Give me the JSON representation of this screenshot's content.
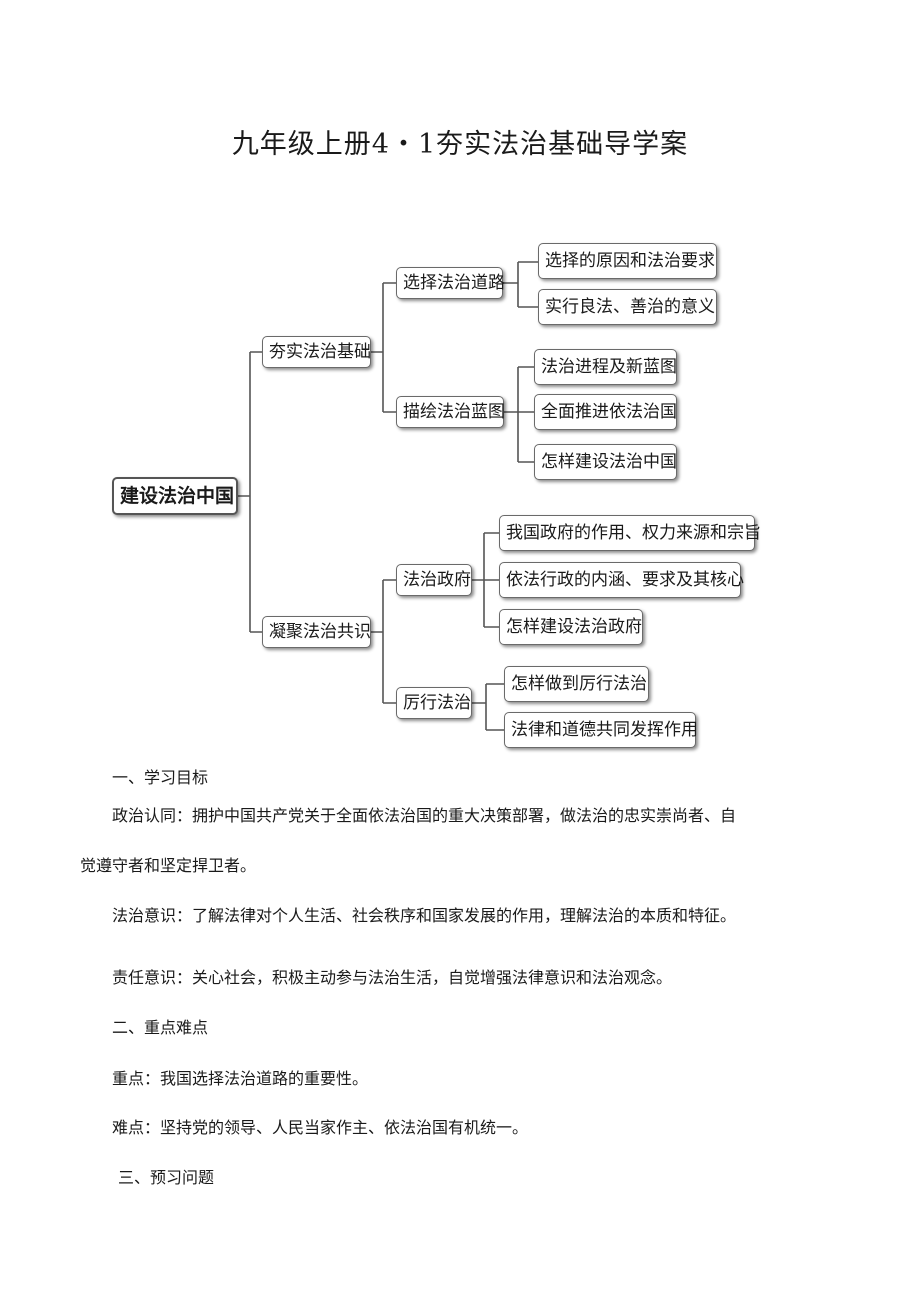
{
  "document": {
    "title": "九年级上册4・1夯实法治基础导学案"
  },
  "mindmap": {
    "root": "建设法治中国",
    "branches": [
      {
        "label": "夯实法治基础",
        "children": [
          {
            "label": "选择法治道路",
            "items": [
              "选择的原因和法治要求",
              "实行良法、善治的意义"
            ]
          },
          {
            "label": "描绘法治蓝图",
            "items": [
              "法治进程及新蓝图",
              "全面推进依法治国",
              "怎样建设法治中国"
            ]
          }
        ]
      },
      {
        "label": "凝聚法治共识",
        "children": [
          {
            "label": "法治政府",
            "items": [
              "我国政府的作用、权力来源和宗旨",
              "依法行政的内涵、要求及其核心",
              "怎样建设法治政府"
            ]
          },
          {
            "label": "厉行法治",
            "items": [
              "怎样做到厉行法治",
              "法律和道德共同发挥作用"
            ]
          }
        ]
      }
    ]
  },
  "sections": {
    "goals_heading": "一、学习目标",
    "goal_political_line1": "政治认同：拥护中国共产党关于全面依法治国的重大决策部署，做法治的忠实崇尚者、自",
    "goal_political_line2": "觉遵守者和坚定捍卫者。",
    "goal_law_awareness": "法治意识：了解法律对个人生活、社会秩序和国家发展的作用，理解法治的本质和特征。",
    "goal_responsibility": "责任意识：关心社会，积极主动参与法治生活，自觉增强法律意识和法治观念。",
    "key_heading": "二、重点难点",
    "key_point": "重点：我国选择法治道路的重要性。",
    "difficult_point": "难点：坚持党的领导、人民当家作主、依法治国有机统一。",
    "preview_heading": "三、预习问题"
  }
}
